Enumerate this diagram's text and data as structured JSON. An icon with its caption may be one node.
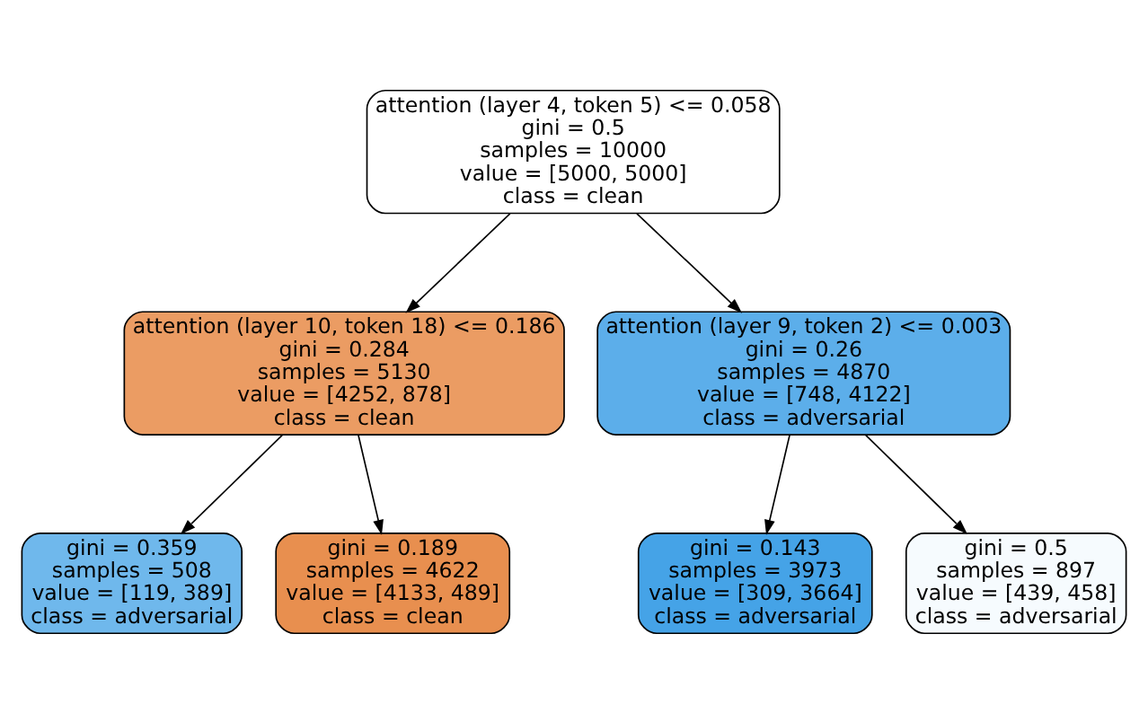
{
  "diagram": {
    "nodes": [
      {
        "text": [
          "attention (layer 4, token 5) <= 0.058",
          "gini = 0.5",
          "samples = 10000",
          "value = [5000, 5000]",
          "class = clean"
        ]
      },
      {
        "text": [
          "attention (layer 10, token 18) <= 0.186",
          "gini = 0.284",
          "samples = 5130",
          "value = [4252, 878]",
          "class = clean"
        ]
      },
      {
        "text": [
          "attention (layer 9, token 2) <= 0.003",
          "gini = 0.26",
          "samples = 4870",
          "value = [748, 4122]",
          "class = adversarial"
        ]
      },
      {
        "text": [
          "gini = 0.359",
          "samples = 508",
          "value = [119, 389]",
          "class = adversarial"
        ]
      },
      {
        "text": [
          "gini = 0.189",
          "samples = 4622",
          "value = [4133, 489]",
          "class = clean"
        ]
      },
      {
        "text": [
          "gini = 0.143",
          "samples = 3973",
          "value = [309, 3664]",
          "class = adversarial"
        ]
      },
      {
        "text": [
          "gini = 0.5",
          "samples = 897",
          "value = [439, 458]",
          "class = adversarial"
        ]
      }
    ],
    "edges": [
      {
        "from": 0,
        "to": 1,
        "arrow": "to"
      },
      {
        "from": 0,
        "to": 2,
        "arrow": "to"
      },
      {
        "from": 1,
        "to": 3,
        "arrow": "to"
      },
      {
        "from": 1,
        "to": 4,
        "arrow": "to"
      },
      {
        "from": 2,
        "to": 5,
        "arrow": "to"
      },
      {
        "from": 2,
        "to": 6,
        "arrow": "to"
      }
    ]
  }
}
